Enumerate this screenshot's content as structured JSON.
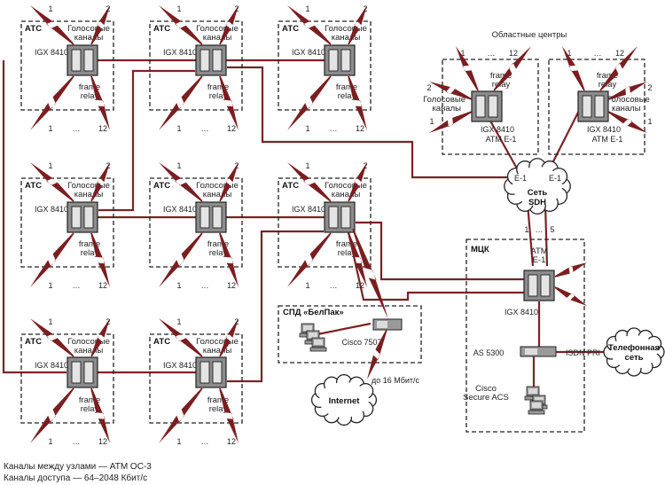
{
  "colors": {
    "link": "#7a2326",
    "bolt": "#7a1e20",
    "box_stroke": "#222222",
    "device_fill": "#8c8c8c"
  },
  "labels": {
    "atc": "АТС",
    "voice": [
      "Голосовые",
      "каналы"
    ],
    "frame": [
      "frame",
      "relay"
    ],
    "igx": "IGX 8410",
    "n1": "1",
    "n2": "2",
    "n12": "12",
    "dots": "…",
    "regional_title": "Областные центры",
    "atm_e1": "ATM E-1",
    "e1": "E-1",
    "sdh": [
      "Сеть",
      "SDH"
    ],
    "n5": "5",
    "mck": "МЦК",
    "atm": "ATM",
    "as5300": "AS 5300",
    "isdn": "ISDN PRI",
    "phone_net": [
      "Телефонная",
      "сеть"
    ],
    "secure_acs": [
      "Cisco",
      "Secure ACS"
    ],
    "spd": "СПД «БелПак»",
    "cisco7507": "Cisco 7507",
    "internet": "Internet",
    "speed": "до 16 Мбит/с"
  },
  "footer": {
    "line1": "Каналы между узлами — ATM OC-3",
    "line2": "Каналы доступа — 64–2048 Кбит/с"
  }
}
